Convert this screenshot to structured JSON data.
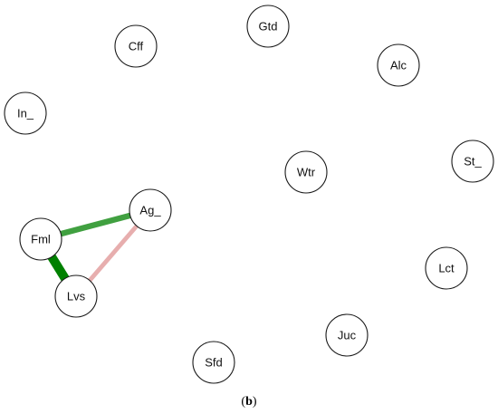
{
  "figure": {
    "caption_open": "(",
    "caption_letter": "b",
    "caption_close": ")"
  },
  "nodes": [
    {
      "id": "Gtd",
      "label": "Gtd"
    },
    {
      "id": "Cff",
      "label": "Cff"
    },
    {
      "id": "Alc",
      "label": "Alc"
    },
    {
      "id": "In_",
      "label": "In_"
    },
    {
      "id": "St_",
      "label": "St_"
    },
    {
      "id": "Wtr",
      "label": "Wtr"
    },
    {
      "id": "Ag_",
      "label": "Ag_"
    },
    {
      "id": "Fml",
      "label": "Fml"
    },
    {
      "id": "Lct",
      "label": "Lct"
    },
    {
      "id": "Lvs",
      "label": "Lvs"
    },
    {
      "id": "Juc",
      "label": "Juc"
    },
    {
      "id": "Sfd",
      "label": "Sfd"
    }
  ],
  "edges": [
    {
      "from": "Fml",
      "to": "Lvs",
      "sign": "positive",
      "weight": 1.0
    },
    {
      "from": "Fml",
      "to": "Ag_",
      "sign": "positive",
      "weight": 0.55
    },
    {
      "from": "Ag_",
      "to": "Lvs",
      "sign": "negative",
      "weight": 0.35
    }
  ],
  "colors": {
    "positive": "#008000",
    "negative": "#d98080",
    "node_fill": "#ffffff",
    "node_stroke": "#1a1a1a"
  }
}
